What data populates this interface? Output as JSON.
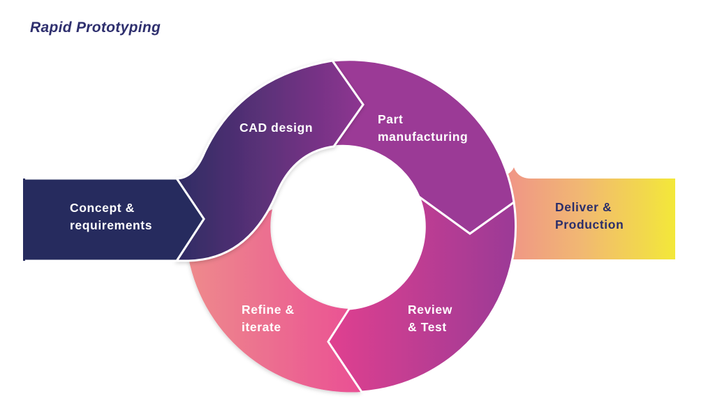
{
  "title": "Rapid Prototyping",
  "steps": [
    {
      "id": "concept",
      "lines": [
        "Concept &",
        "requirements"
      ],
      "color_start": "#262b5e",
      "color_end": "#262b5e",
      "text_color": "#ffffff"
    },
    {
      "id": "cad",
      "lines": [
        "CAD design"
      ],
      "color_start": "#2f2c63",
      "color_end": "#8e3591",
      "text_color": "#ffffff"
    },
    {
      "id": "part",
      "lines": [
        "Part",
        "manufacturing"
      ],
      "color_start": "#9b3a96",
      "color_end": "#9b3a96",
      "text_color": "#ffffff"
    },
    {
      "id": "review",
      "lines": [
        "Review",
        "& Test"
      ],
      "color_start": "#e0408f",
      "color_end": "#9b3a96",
      "text_color": "#ffffff"
    },
    {
      "id": "refine",
      "lines": [
        "Refine &",
        "iterate"
      ],
      "color_start": "#ee8a8c",
      "color_end": "#ea4f94",
      "text_color": "#ffffff"
    },
    {
      "id": "deliver",
      "lines": [
        "Deliver &",
        "Production"
      ],
      "color_start": "#ef8c8c",
      "color_end": "#f3e839",
      "text_color": "#2b2e6a"
    }
  ],
  "flow": [
    "concept",
    "cad",
    "part",
    "review",
    "refine",
    "cad",
    "deliver"
  ]
}
